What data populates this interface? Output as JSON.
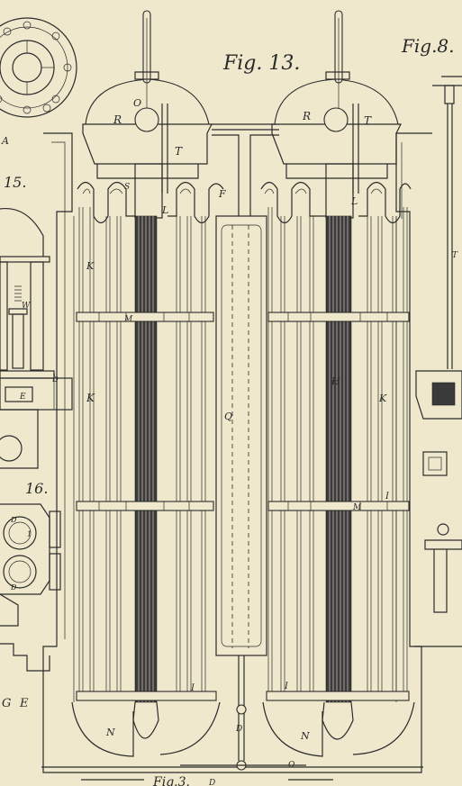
{
  "figures": {
    "fig13": "Fig. 13.",
    "fig8": "Fig.8.",
    "fig15": "15.",
    "fig16": "16.",
    "fig3": "Fig.3."
  },
  "labels": {
    "O_left": "O",
    "O_bottom": "O",
    "R_left": "R",
    "R_right": "R",
    "T_left": "T",
    "T_right": "T",
    "T_side": "T",
    "S": "S",
    "F": "F",
    "L_left": "L",
    "L_right": "L",
    "K_top": "K",
    "K_mid": "K",
    "K_right": "K",
    "M_left": "M",
    "M_right": "M",
    "Q": "Q",
    "H": "H",
    "I_left": "I",
    "I_mid": "I",
    "I_right": "I",
    "N_left": "N",
    "N_right": "N",
    "D": "D",
    "D_bottom": "D",
    "W": "W",
    "E": "E",
    "b": "b",
    "G": "G",
    "E2": "E",
    "A": "A",
    "D1": "D",
    "D2": "D",
    "one": "1"
  },
  "colors": {
    "paper": "#efe8cc",
    "ink": "#2b2b2b"
  }
}
